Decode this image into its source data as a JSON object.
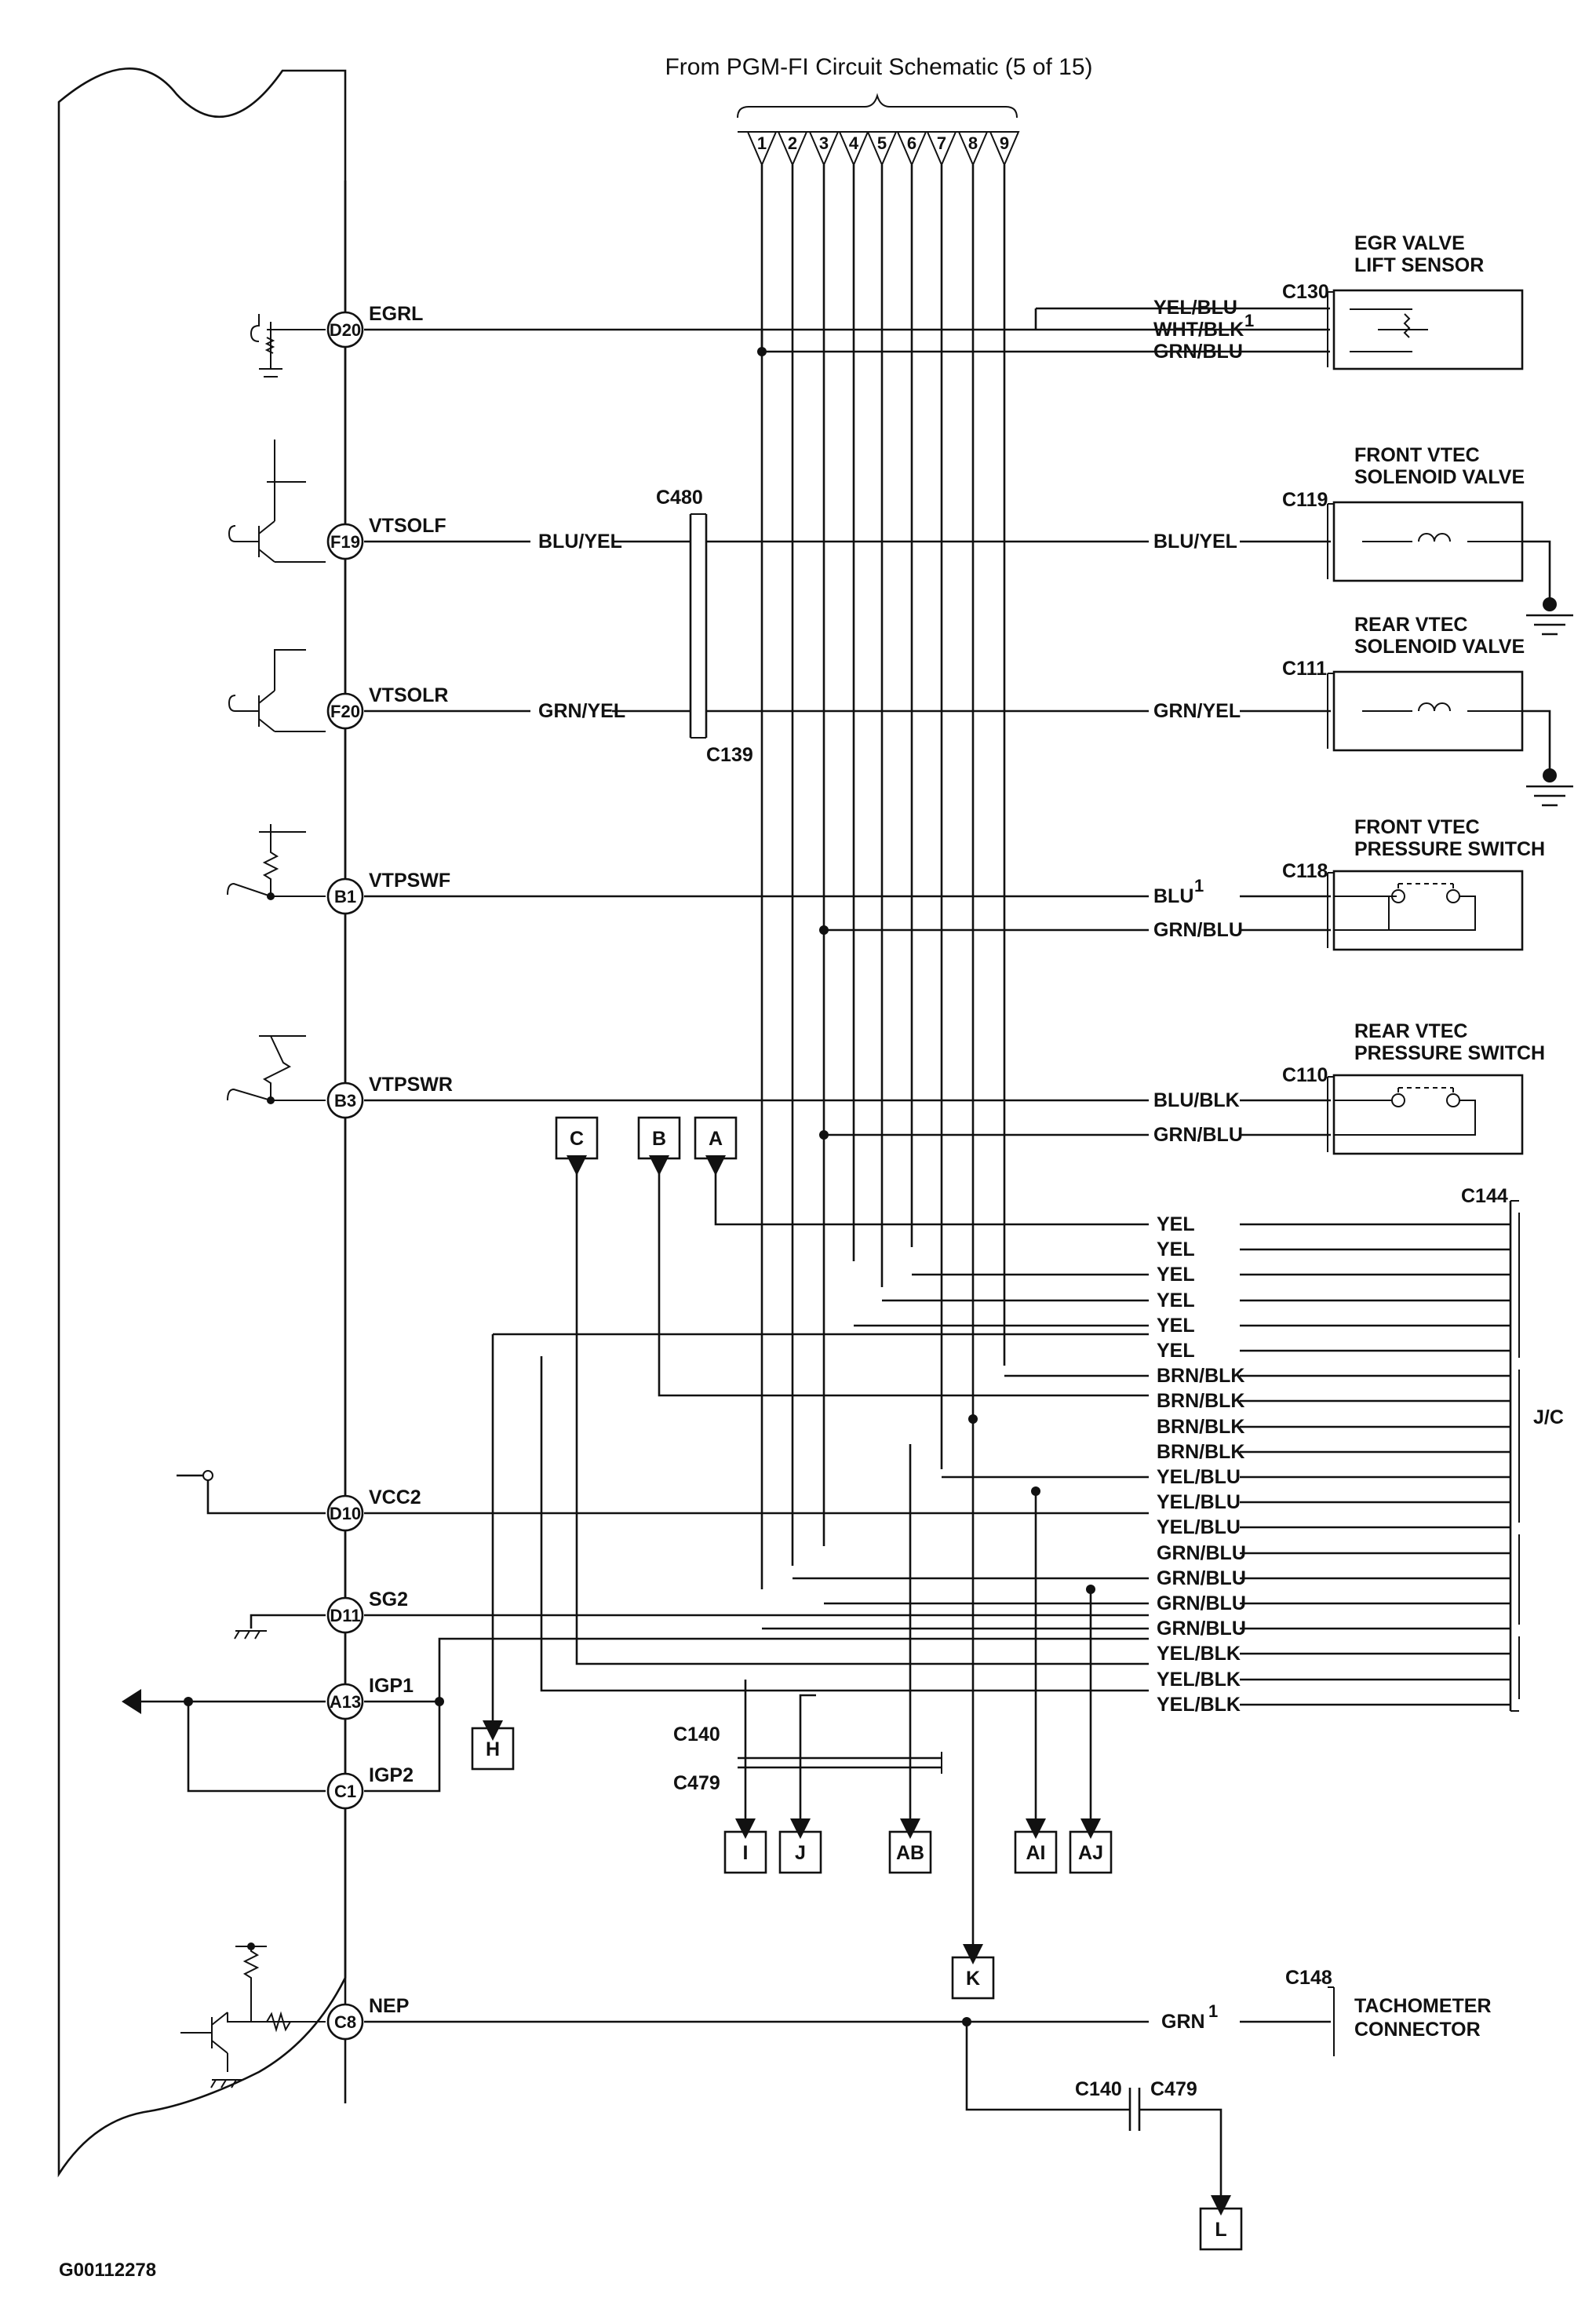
{
  "title": "From PGM-FI Circuit Schematic (5 of 15)",
  "figure_id": "G00112278",
  "pins": [
    {
      "id": "D20",
      "label": "EGRL"
    },
    {
      "id": "F19",
      "label": "VTSOLF"
    },
    {
      "id": "F20",
      "label": "VTSOLR"
    },
    {
      "id": "B1",
      "label": "VTPSWF"
    },
    {
      "id": "B3",
      "label": "VTPSWR"
    },
    {
      "id": "D10",
      "label": "VCC2"
    },
    {
      "id": "D11",
      "label": "SG2"
    },
    {
      "id": "A13",
      "label": "IGP1"
    },
    {
      "id": "C1",
      "label": "IGP2"
    },
    {
      "id": "C8",
      "label": "NEP"
    }
  ],
  "top_connectors": [
    "1",
    "2",
    "3",
    "4",
    "5",
    "6",
    "7",
    "8",
    "9"
  ],
  "components": {
    "egr": {
      "line1": "EGR VALVE",
      "line2": "LIFT SENSOR",
      "connector": "C130"
    },
    "front_vtec_valve": {
      "line1": "FRONT VTEC",
      "line2": "SOLENOID VALVE",
      "connector": "C119"
    },
    "rear_vtec_valve": {
      "line1": "REAR VTEC",
      "line2": "SOLENOID VALVE",
      "connector": "C111"
    },
    "front_vtec_switch": {
      "line1": "FRONT VTEC",
      "line2": "PRESSURE SWITCH",
      "connector": "C118"
    },
    "rear_vtec_switch": {
      "line1": "REAR VTEC",
      "line2": "PRESSURE SWITCH",
      "connector": "C110"
    },
    "tach": {
      "line1": "TACHOMETER",
      "line2": "CONNECTOR",
      "connector": "C148"
    }
  },
  "egr_wires": [
    "YEL/BLU",
    "WHT/BLK",
    "GRN/BLU"
  ],
  "egr_wire_sup": "1",
  "vtsolf_wire_left": "BLU/YEL",
  "vtsolf_wire_right": "BLU/YEL",
  "vtsolr_wire_left": "GRN/YEL",
  "vtsolr_wire_right": "GRN/YEL",
  "vtpswf_wires": [
    "BLU",
    "GRN/BLU"
  ],
  "vtpswf_sup": "1",
  "vtpswr_wires": [
    "BLU/BLK",
    "GRN/BLU"
  ],
  "nep_wire": "GRN",
  "nep_sup": "1",
  "connectors": {
    "c480": "C480",
    "c139": "C139",
    "c144": "C144",
    "jc": "J/C",
    "c140": "C140",
    "c479": "C479",
    "c140b": "C140",
    "c479b": "C479"
  },
  "jc_wires": [
    "YEL",
    "YEL",
    "YEL",
    "YEL",
    "YEL",
    "YEL",
    "BRN/BLK",
    "BRN/BLK",
    "BRN/BLK",
    "BRN/BLK",
    "YEL/BLU",
    "YEL/BLU",
    "YEL/BLU",
    "GRN/BLU",
    "GRN/BLU",
    "GRN/BLU",
    "GRN/BLU",
    "YEL/BLK",
    "YEL/BLK",
    "YEL/BLK"
  ],
  "ref_boxes": {
    "C": "C",
    "B": "B",
    "A": "A",
    "H": "H",
    "I": "I",
    "J": "J",
    "AB": "AB",
    "AI": "AI",
    "AJ": "AJ",
    "K": "K",
    "L": "L"
  }
}
